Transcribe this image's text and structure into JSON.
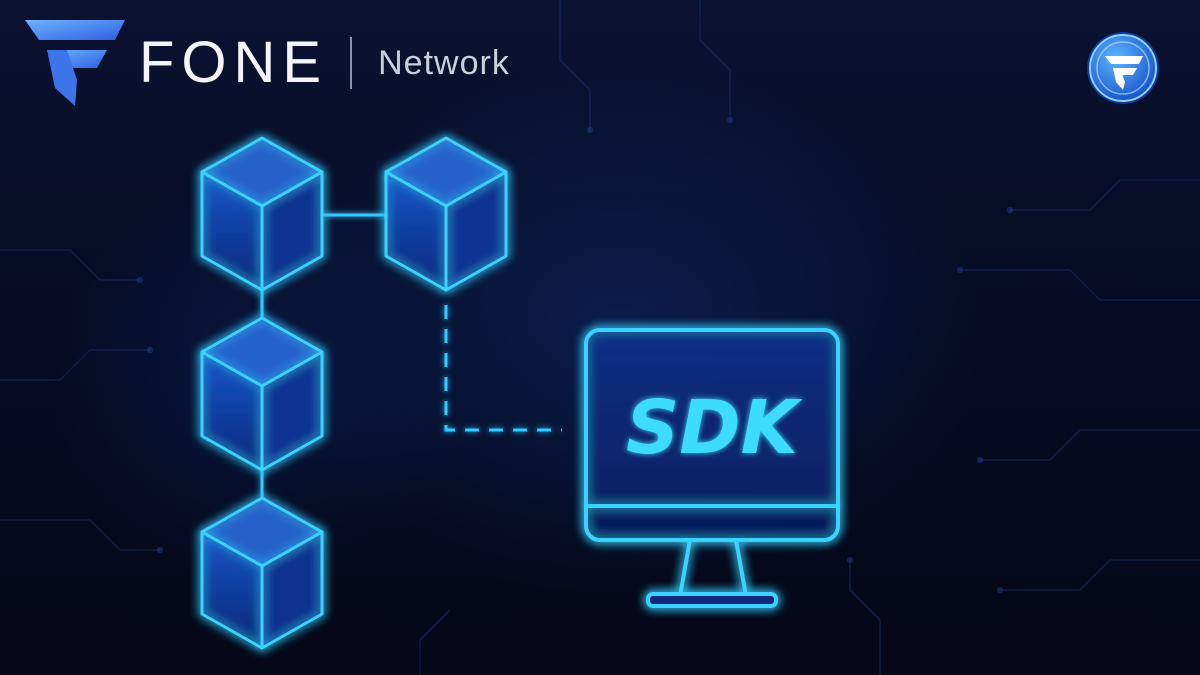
{
  "brand": {
    "name": "FONE",
    "subtitle": "Network",
    "logo_icon": "fone-logo-icon",
    "coin_icon": "fone-coin-icon"
  },
  "diagram": {
    "monitor_label": "SDK",
    "block_icon": "blockchain-cube-icon",
    "monitor_icon": "monitor-icon"
  },
  "colors": {
    "background": "#050a1c",
    "glow": "#2ec8ff",
    "brand_blue": "#2a7bea",
    "text": "#f3f5fb"
  }
}
